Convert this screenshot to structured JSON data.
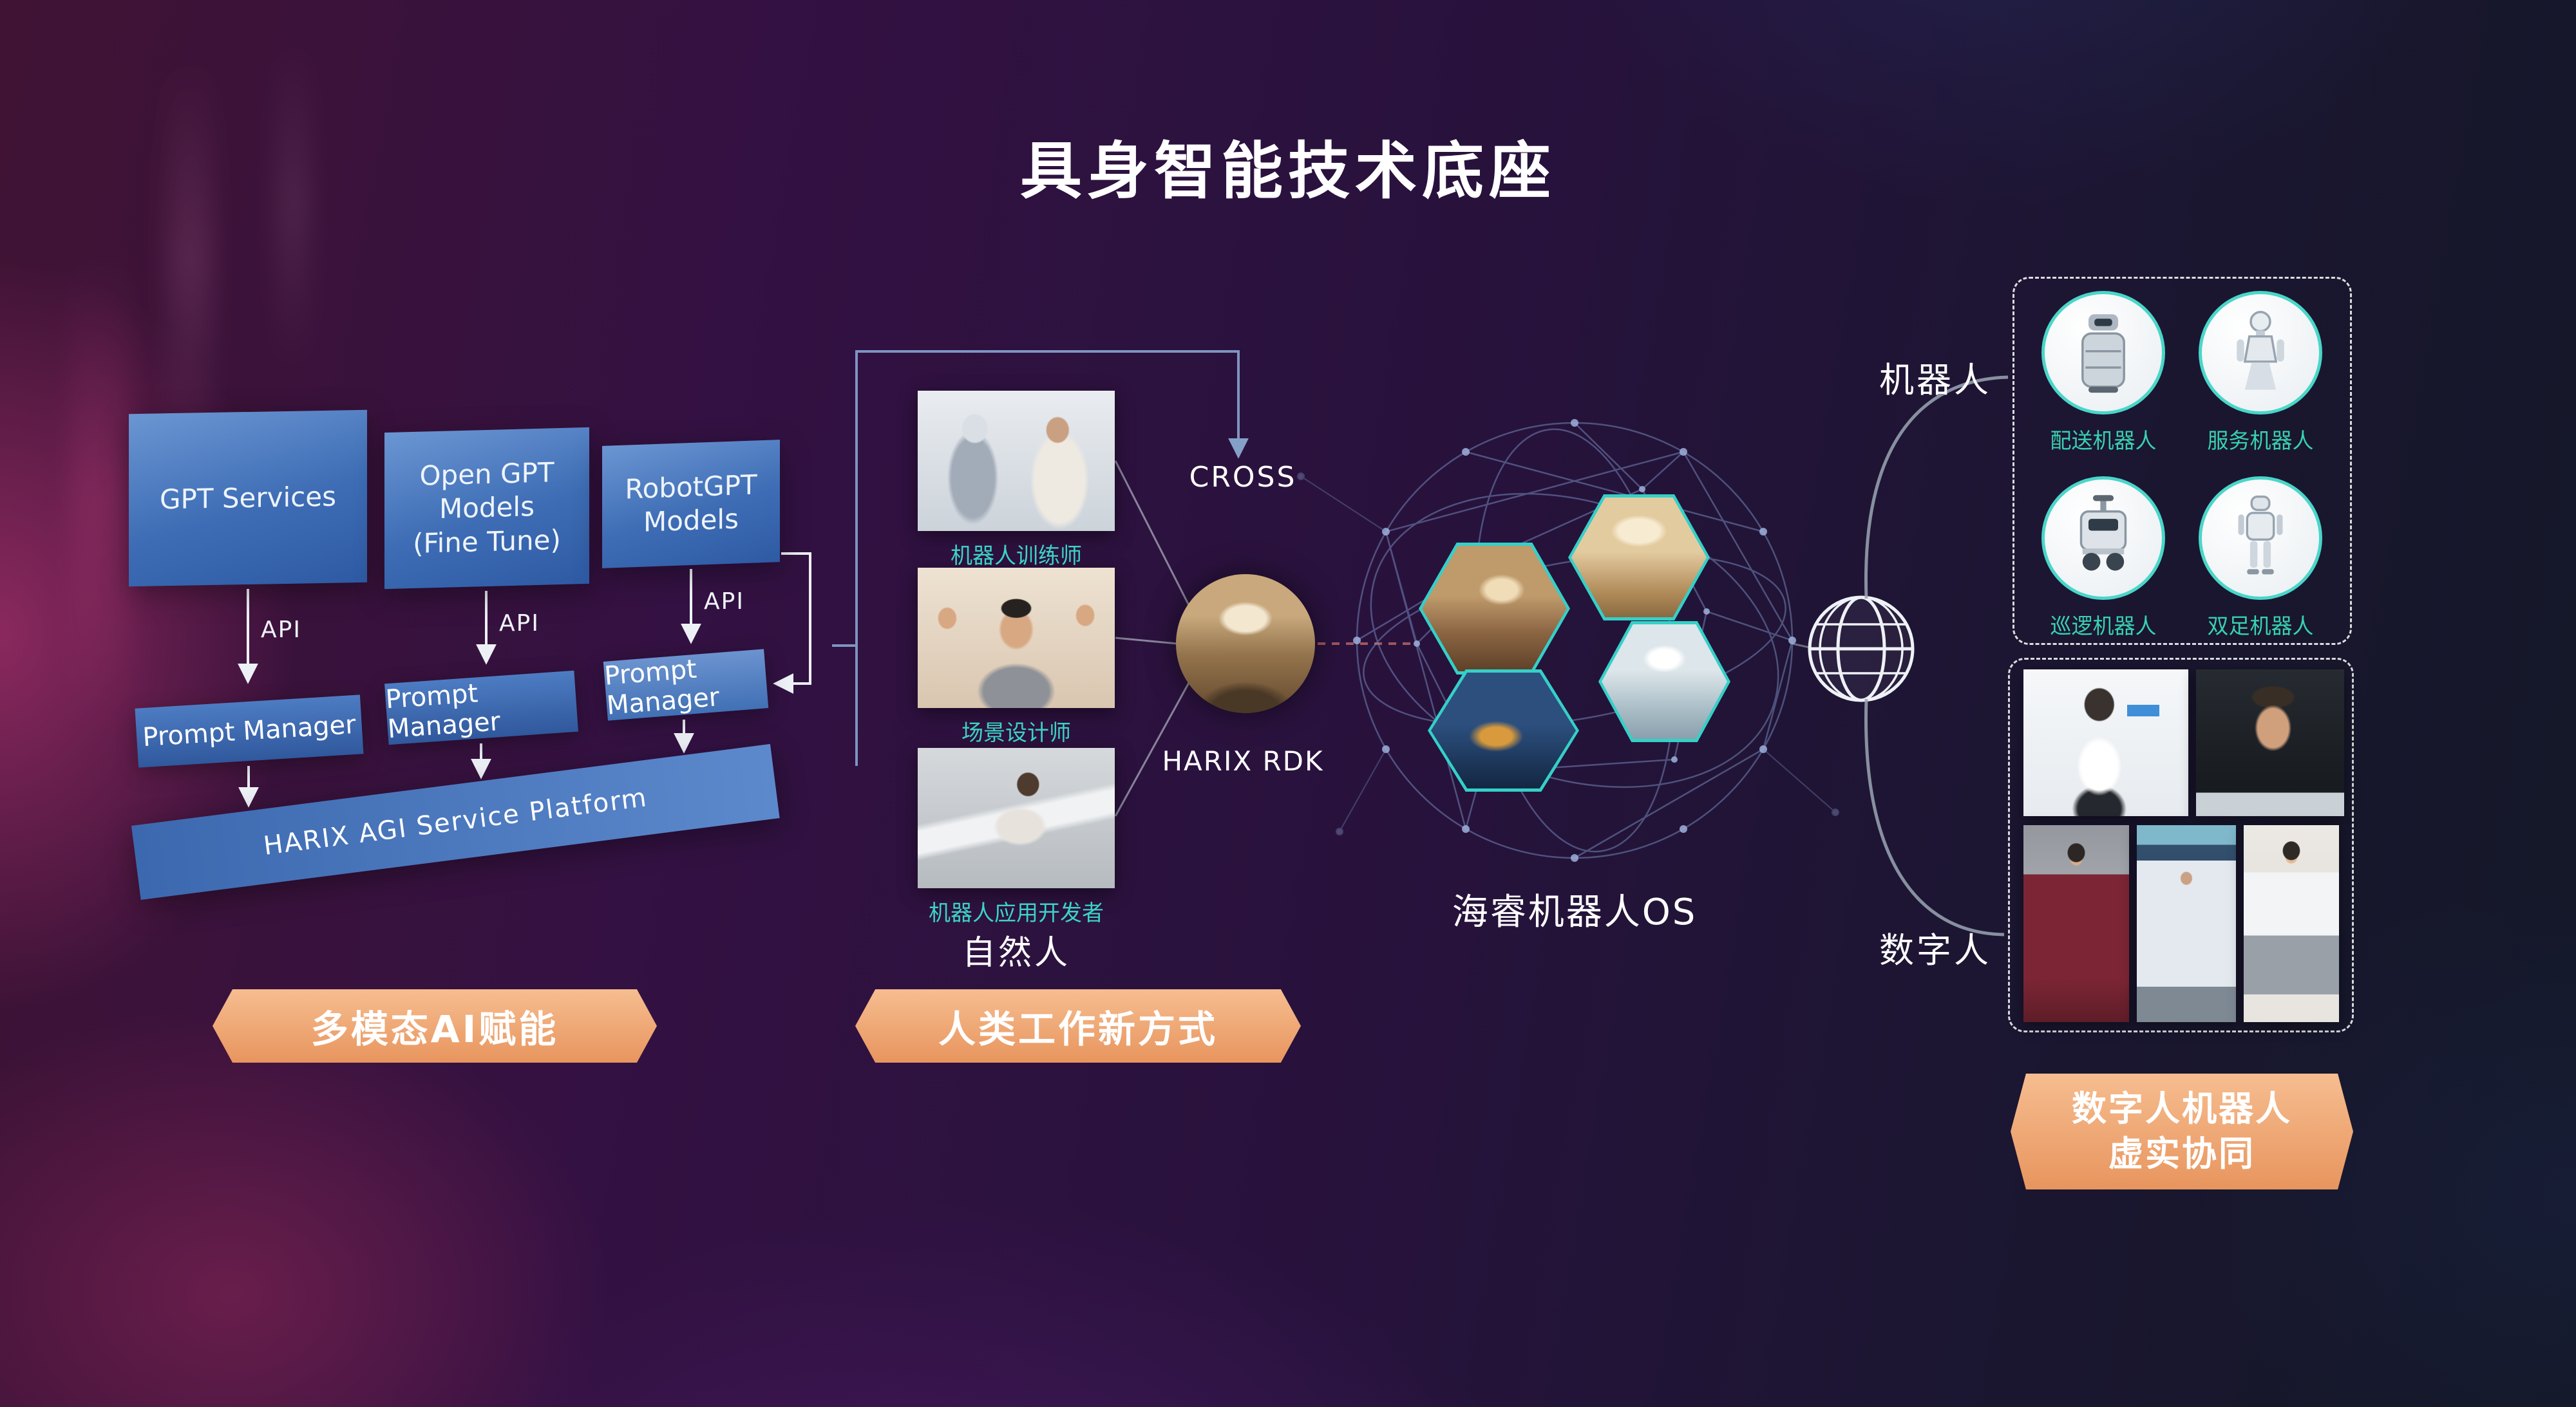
{
  "title": "具身智能技术底座",
  "left_section": {
    "gpt_boxes": [
      "GPT Services",
      "Open GPT Models\n(Fine Tune)",
      "RobotGPT Models"
    ],
    "api_label": "API",
    "prompt_manager_label": "Prompt Manager",
    "platform_label": "HARIX AGI Service Platform",
    "banner": "多模态AI赋能"
  },
  "middle_section": {
    "worker_labels": [
      "机器人训练师",
      "场景设计师",
      "机器人应用开发者"
    ],
    "natural_person_label": "自然人",
    "cross_label": "CROSS",
    "rdk_label": "HARIX RDK",
    "banner": "人类工作新方式"
  },
  "os_section": {
    "label": "海睿机器人OS"
  },
  "right_section": {
    "robot_group_label": "机器人",
    "robot_labels": [
      "配送机器人",
      "服务机器人",
      "巡逻机器人",
      "双足机器人"
    ],
    "digital_group_label": "数字人",
    "banner_line1": "数字人机器人",
    "banner_line2": "虚实协同"
  },
  "colors": {
    "accent_teal": "#3bd3c4",
    "banner_orange": "#ee9f66",
    "box_blue": "#3e6db5",
    "background_purple": "#2a1140"
  }
}
